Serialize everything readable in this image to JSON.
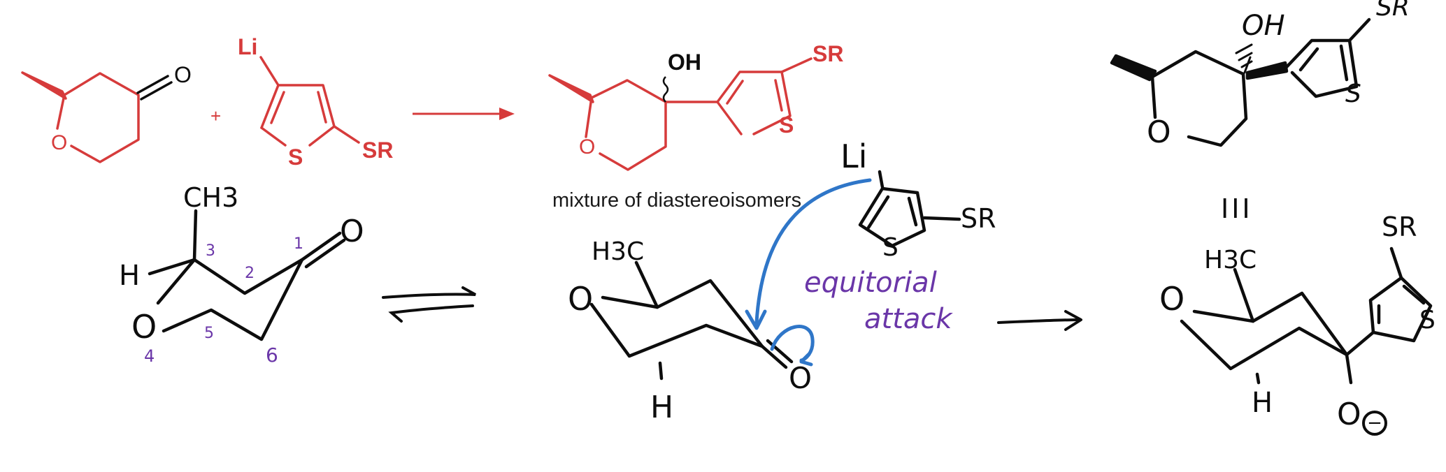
{
  "colors": {
    "red": "#d63b3b",
    "black": "#0d0d0d",
    "blue": "#2f76c8",
    "purple": "#6a36a8"
  },
  "reaction": {
    "ketone_O": "O",
    "ring_O": "O",
    "plus": "+",
    "li": "Li",
    "s": "S",
    "sr": "SR",
    "product_oh": "OH",
    "product_ring_O": "O",
    "product_s": "S",
    "product_sr": "SR",
    "caption": "mixture of diastereoisomers"
  },
  "sketch": {
    "tr_oh": "OH",
    "tr_s": "S",
    "tr_sr": "SR",
    "tr_ring_O": "O",
    "mark_III": "III",
    "ch3": "CH3",
    "h_left": "H",
    "ring_O_left": "O",
    "carbonyl_O_left": "O",
    "num_1": "1",
    "num_2": "2",
    "num_3": "3",
    "num_4": "4",
    "num_5": "5",
    "num_6": "6",
    "h3c_mid": "H3C",
    "ring_O_mid": "O",
    "h_mid": "H",
    "carbonyl_O_mid": "O",
    "li_hand": "Li",
    "s_hand": "S",
    "sr_hand": "SR",
    "note_line1": "equitorial",
    "note_line2": "attack",
    "h3c_right": "H3C",
    "ring_O_right": "O",
    "h_right": "H",
    "alkoxide_O": "O",
    "minus": "−",
    "s_right": "S",
    "sr_right": "SR"
  }
}
